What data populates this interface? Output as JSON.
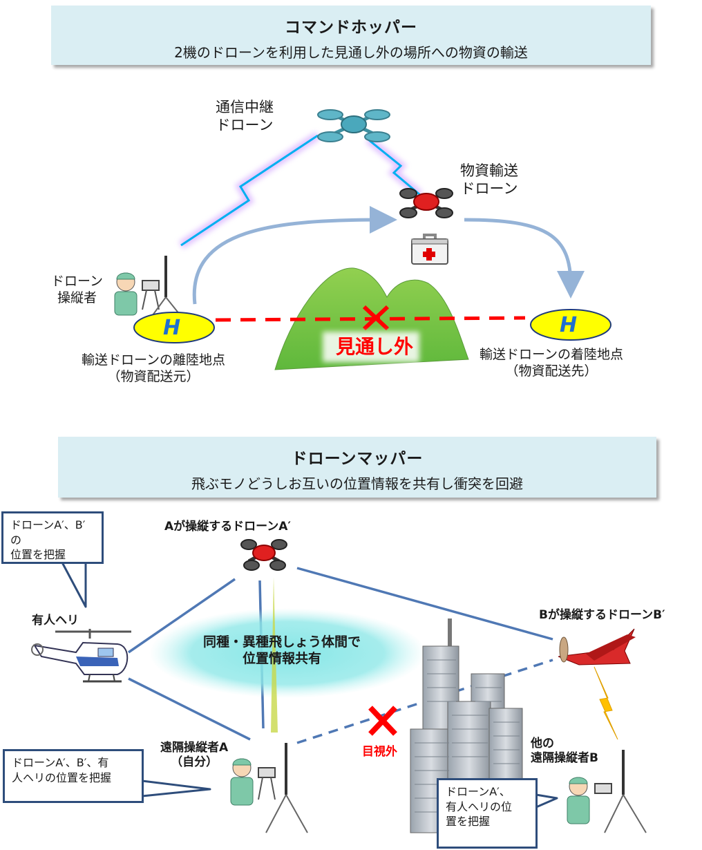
{
  "section1": {
    "title": "コマンドホッパー",
    "subtitle": "2機のドローンを利用した見通し外の場所への物資の輸送",
    "relay_drone_label": [
      "通信中継",
      "ドローン"
    ],
    "cargo_drone_label": [
      "物資輸送",
      "ドローン"
    ],
    "operator_label": [
      "ドローン",
      "操縦者"
    ],
    "helipad_letter": "H",
    "origin_label": [
      "輸送ドローンの離陸地点",
      "（物資配送元）"
    ],
    "destination_label": [
      "輸送ドローンの着陸地点",
      "（物資配送先）"
    ],
    "blocked_label": "見通し外"
  },
  "section2": {
    "title": "ドローンマッパー",
    "subtitle": "飛ぶモノどうしお互いの位置情報を共有し衝突を回避",
    "callout_heli": [
      "ドローンA′、B′の",
      "位置を把握"
    ],
    "heli_label": "有人ヘリ",
    "drone_a_label": "Aが操縦するドローンA′",
    "drone_b_label": "Bが操縦するドローンB′",
    "share_label": [
      "同種・異種飛しょう体間で",
      "位置情報共有"
    ],
    "operator_a_label": [
      "遠隔操縦者A",
      "（自分）"
    ],
    "callout_a": [
      "ドローンA′、B′、有",
      "人ヘリの位置を把握"
    ],
    "no_sight_label": "目視外",
    "operator_b_label": [
      "他の",
      "遠隔操縦者B"
    ],
    "callout_b": [
      "ドローンA′、",
      "有人ヘリの位",
      "置を把握"
    ]
  },
  "colors": {
    "panel_bg": "#daeef3",
    "link_blue": "#00b0f0",
    "path_arrow": "#95b3d7",
    "mountain_green": "#7fcd4a",
    "helipad_yellow": "#ffff00",
    "helipad_letter_blue": "#1f6fd0",
    "cross_red": "#ff0000",
    "callout_border": "#2e4d7b",
    "share_cloud": "#7fe5e5",
    "line_blue": "#4f78b4",
    "lightning_yellow": "#ffc000"
  }
}
